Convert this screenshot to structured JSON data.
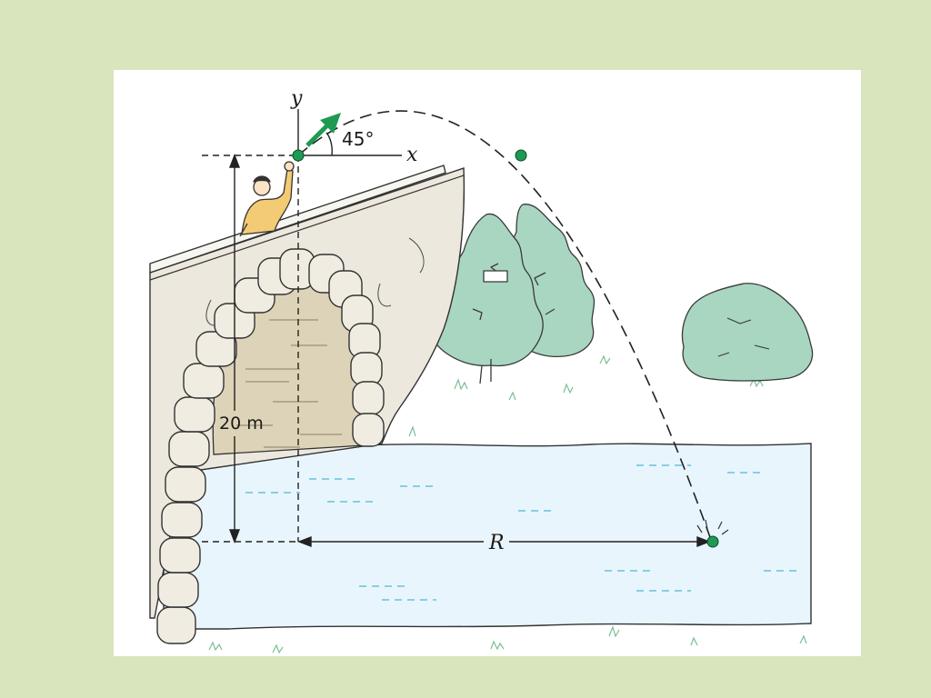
{
  "labels": {
    "y_axis": "y",
    "x_axis": "x",
    "angle": "45°",
    "height": "20 m",
    "range": "R"
  },
  "colors": {
    "background": "#d8e5bd",
    "panel": "#ffffff",
    "water": "#e9f5fc",
    "tree": "#a9d6c0",
    "bridge": "#ece8de",
    "arch_shadow": "#ddd3b8",
    "stone": "#f0ece2",
    "person_shirt": "#f3cb74",
    "marker_green": "#1e9a52"
  },
  "icons": {
    "launch_arrow": "arrow-up-right-icon",
    "person": "person-throwing-icon",
    "ball": "dot-icon"
  }
}
